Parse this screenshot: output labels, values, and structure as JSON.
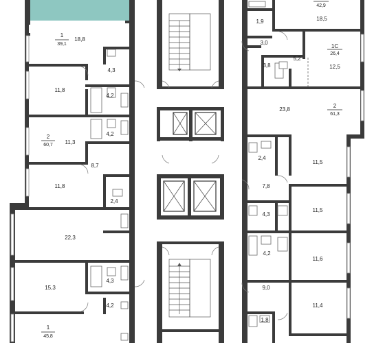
{
  "apartments": [
    {
      "id": "a1",
      "number": "1",
      "area": "39,1"
    },
    {
      "id": "a2",
      "number": "2",
      "area": "60,7"
    },
    {
      "id": "a3",
      "number": "1",
      "area": "45,8"
    },
    {
      "id": "a4",
      "number": "",
      "area": "42,9"
    },
    {
      "id": "a5",
      "number": "1С",
      "area": "26,4"
    },
    {
      "id": "a6",
      "number": "2",
      "area": "61,3"
    }
  ],
  "rooms": {
    "r_18_8": "18,8",
    "r_4_3a": "4,3",
    "r_11_8a": "11,8",
    "r_4_2a": "4,2",
    "r_4_2b": "4,2",
    "r_11_3": "11,3",
    "r_8_7": "8,7",
    "r_11_8b": "11,8",
    "r_2_4a": "2,4",
    "r_22_3": "22,3",
    "r_15_3": "15,3",
    "r_4_3b": "4,3",
    "r_4_2c": "4,2",
    "r_18_5": "18,5",
    "r_1_9": "1,9",
    "r_3_0": "3,0",
    "r_5_2": "5,2",
    "r_3_8": "3,8",
    "r_12_5": "12,5",
    "r_23_8": "23,8",
    "r_2_4b": "2,4",
    "r_11_5a": "11,5",
    "r_7_8": "7,8",
    "r_11_5b": "11,5",
    "r_4_3c": "4,3",
    "r_4_2d": "4,2",
    "r_11_6": "11,6",
    "r_9_0": "9,0",
    "r_11_4": "11,4",
    "r_1_8": "1,8"
  },
  "colors": {
    "wall": "#3b3b3b",
    "highlight": "#8ec7c1",
    "background": "#ffffff"
  }
}
